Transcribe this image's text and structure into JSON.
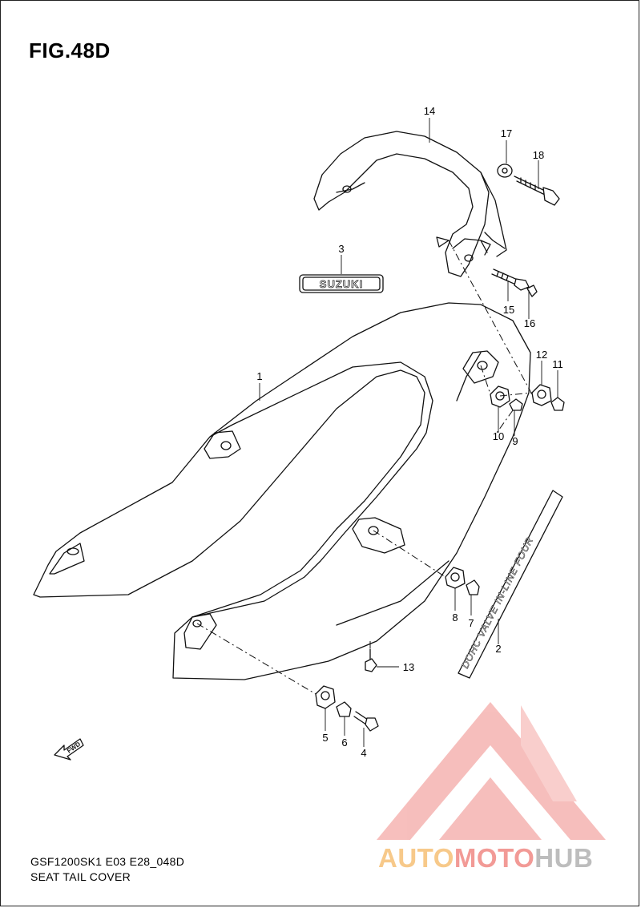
{
  "figure": {
    "title": "FIG.48D",
    "code": "GSF1200SK1  E03  E28_048D",
    "name": "SEAT TAIL COVER"
  },
  "decals": {
    "suzuki_emblem": "SUZUKI",
    "side_stripe": "DOHC  VALVE  IN-LINE FOUR",
    "fwd_arrow": "FWD"
  },
  "callouts": [
    {
      "id": "c1",
      "label": "1"
    },
    {
      "id": "c2",
      "label": "2"
    },
    {
      "id": "c3",
      "label": "3"
    },
    {
      "id": "c4",
      "label": "4"
    },
    {
      "id": "c5",
      "label": "5"
    },
    {
      "id": "c6",
      "label": "6"
    },
    {
      "id": "c7",
      "label": "7"
    },
    {
      "id": "c8",
      "label": "8"
    },
    {
      "id": "c9",
      "label": "9"
    },
    {
      "id": "c10",
      "label": "10"
    },
    {
      "id": "c11",
      "label": "11"
    },
    {
      "id": "c12",
      "label": "12"
    },
    {
      "id": "c13",
      "label": "13"
    },
    {
      "id": "c14",
      "label": "14"
    },
    {
      "id": "c15",
      "label": "15"
    },
    {
      "id": "c16",
      "label": "16"
    },
    {
      "id": "c17",
      "label": "17"
    },
    {
      "id": "c18",
      "label": "18"
    }
  ],
  "watermark": {
    "part_a": "AUTO",
    "part_b": "MOTO",
    "part_c": "HUB",
    "colors": {
      "auto": "#f7c98a",
      "moto": "#f29a96",
      "hub": "#bdbdbd"
    }
  }
}
